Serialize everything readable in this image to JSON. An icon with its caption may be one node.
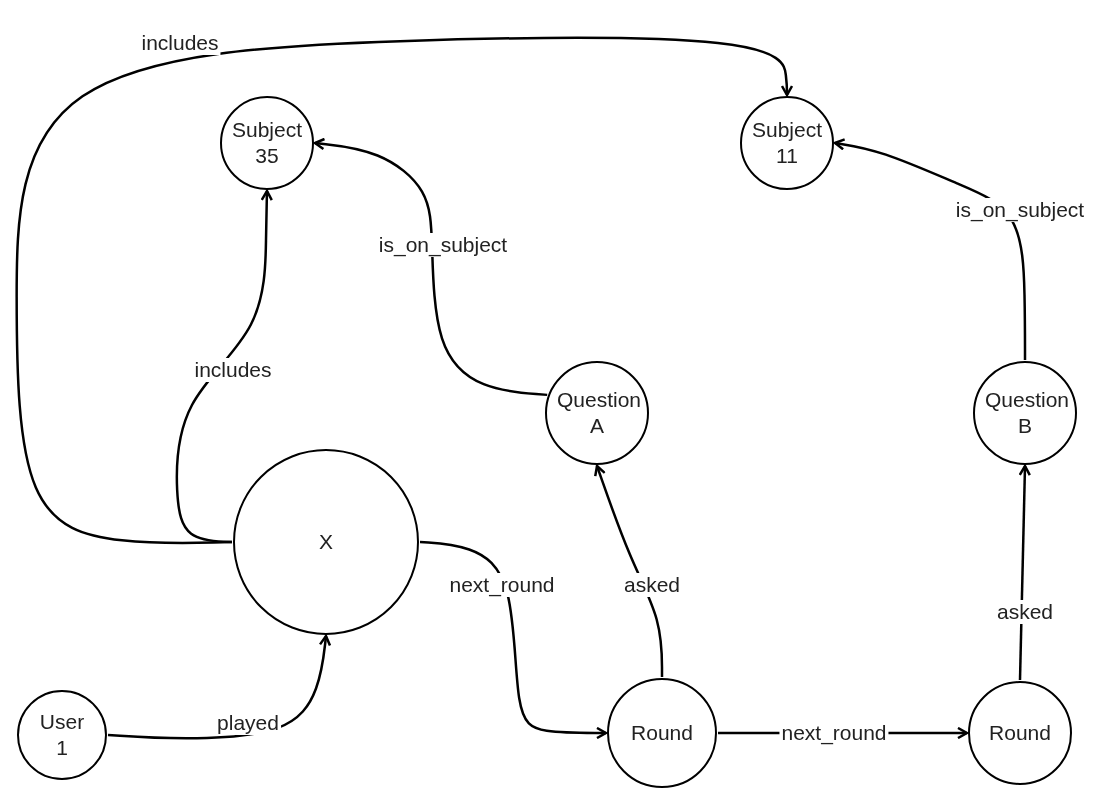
{
  "diagram": {
    "nodes": [
      {
        "text": [
          "Subject 35"
        ]
      },
      {
        "text": [
          "Subject 11"
        ]
      },
      {
        "text": [
          "Question A"
        ]
      },
      {
        "text": [
          "Question B"
        ]
      },
      {
        "text": [
          "X"
        ]
      },
      {
        "text": [
          "User 1"
        ]
      },
      {
        "text": [
          "Round"
        ]
      },
      {
        "text": [
          "Round"
        ]
      }
    ],
    "edges": [
      {
        "from": 4,
        "to": 1,
        "arrow": "to",
        "label": "includes"
      },
      {
        "from": 4,
        "to": 0,
        "arrow": "to",
        "label": "includes"
      },
      {
        "from": 2,
        "to": 0,
        "arrow": "to",
        "label": "is_on_subject"
      },
      {
        "from": 3,
        "to": 1,
        "arrow": "to",
        "label": "is_on_subject"
      },
      {
        "from": 5,
        "to": 4,
        "arrow": "to",
        "label": "played"
      },
      {
        "from": 4,
        "to": 6,
        "arrow": "to",
        "label": "next_round"
      },
      {
        "from": 6,
        "to": 2,
        "arrow": "to",
        "label": "asked"
      },
      {
        "from": 6,
        "to": 7,
        "arrow": "to",
        "label": "next_round"
      },
      {
        "from": 7,
        "to": 3,
        "arrow": "to",
        "label": "asked"
      }
    ]
  }
}
